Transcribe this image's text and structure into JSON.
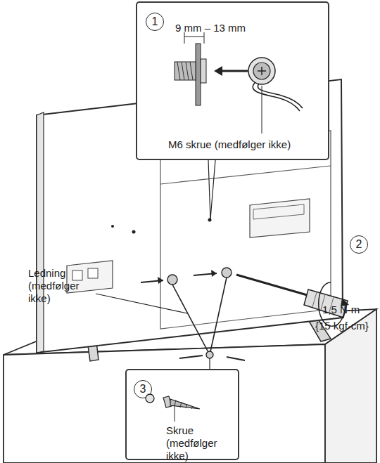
{
  "diagram": {
    "nodes": [
      {
        "text": [
          "1",
          "9 mm – 13 mm",
          "M6 skrue (medfølger ikke)"
        ]
      },
      {
        "text": [
          "3",
          "Skrue (medfølger ikke)"
        ]
      }
    ],
    "labels": [
      "2",
      "1,5 N·m",
      "{15 kgf·cm}",
      "Ledning (medfølger ikke)"
    ]
  }
}
